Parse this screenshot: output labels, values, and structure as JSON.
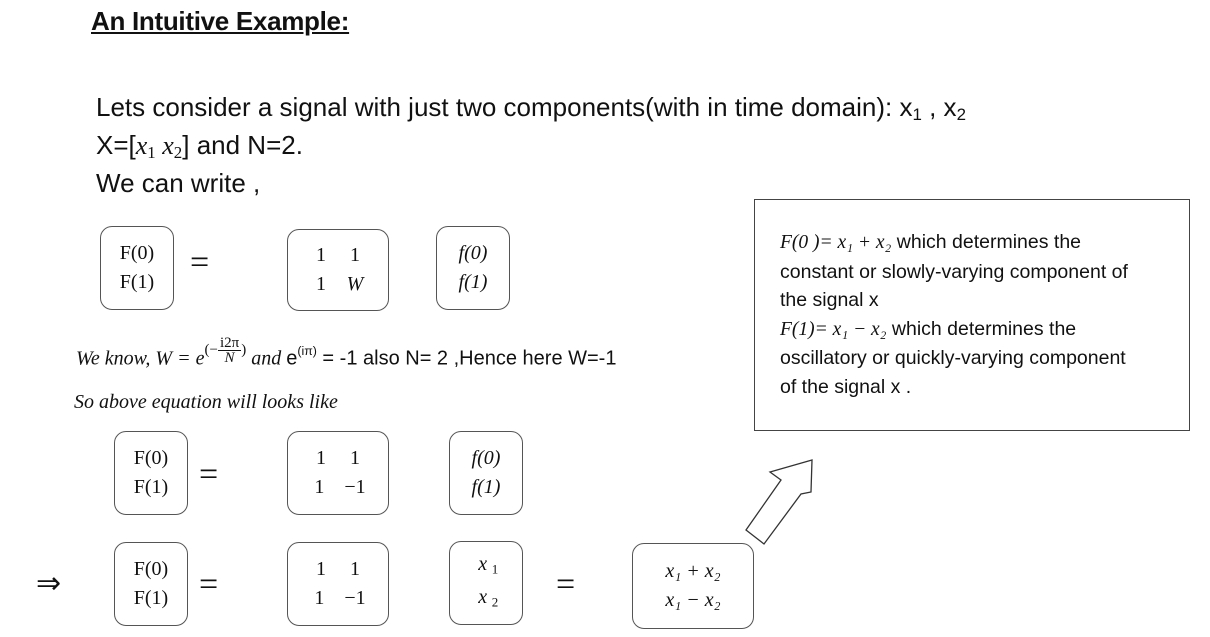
{
  "title": "An Intuitive Example:",
  "intro": {
    "line1": "Lets consider a signal with just two components(with in time domain): x",
    "line1_sub1": "1",
    "line1_sep": " , x",
    "line1_sub2": "2",
    "line2_prefix": "X=[",
    "line2_x1": "x",
    "line2_sub1": "1",
    "line2_x2": " x",
    "line2_sub2": "2",
    "line2_suffix": "] and N=2.",
    "line3": "We can write ,"
  },
  "matrices": {
    "F_vector": [
      "F(0)",
      "F(1)"
    ],
    "f_vector": [
      "f(0)",
      "f(1)"
    ],
    "W_matrix": [
      [
        "1",
        "1"
      ],
      [
        "1",
        "W"
      ]
    ],
    "numeric_matrix": [
      [
        "1",
        "1"
      ],
      [
        "1",
        "−1"
      ]
    ],
    "x_vector": [
      "x",
      "x"
    ],
    "x_vector_subs": [
      "1",
      "2"
    ],
    "result_vector": [
      "x₁ + x₂",
      "x₁ − x₂"
    ],
    "equals": "=",
    "implies": "⇒"
  },
  "equation_line": {
    "prefix_italic": "We know, W = e",
    "exp_open": "(−",
    "exp_num": "i2π",
    "exp_den": "N",
    "exp_close": ")",
    "and_italic": " and ",
    "e_text": "e",
    "e_sup": "(iπ)",
    "rest": " = -1 also N= 2 ,Hence here W=-1"
  },
  "so_line": "So above equation will looks like",
  "note_box": {
    "line1_math": "F(0 )= x₁ + x₂",
    "line1_text": " which determines the",
    "line2": "constant or slowly-varying component of",
    "line3": "the signal  x",
    "line4_math": "F(1)= x₁ − x₂",
    "line4_text": " which determines the",
    "line5": "oscillatory or quickly-varying component",
    "line6": "of the signal  x ."
  }
}
